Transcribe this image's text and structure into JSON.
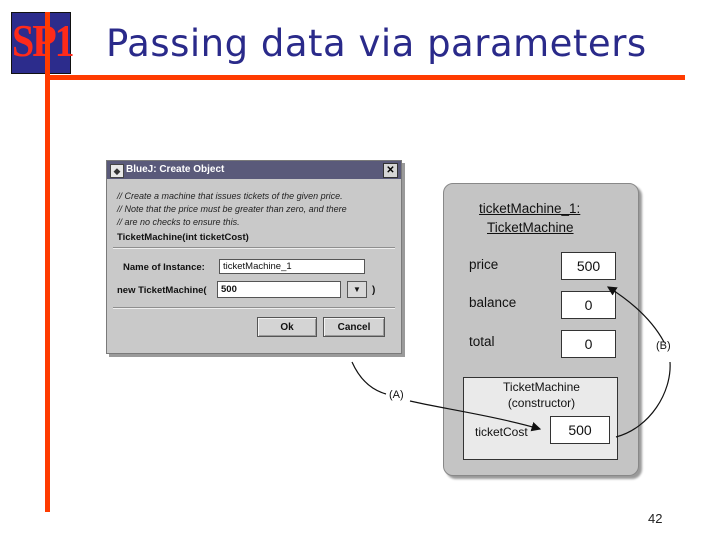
{
  "slide": {
    "title": "Passing data via parameters",
    "logo_text": "SP1",
    "page_number": "42",
    "accent_color": "#ff3b00",
    "title_color": "#2a2a8a"
  },
  "dialog": {
    "title": "BlueJ: Create Object",
    "comments": [
      "// Create a machine that issues tickets of the given price.",
      "// Note that the price must be greater than zero, and there",
      "// are no checks to ensure this."
    ],
    "signature": "TicketMachine(int ticketCost)",
    "name_label": "Name of Instance:",
    "name_value": "ticketMachine_1",
    "param_label": "new TicketMachine(",
    "param_value": "500",
    "close_paren": ")",
    "ok_label": "Ok",
    "cancel_label": "Cancel",
    "close_icon": "close-icon"
  },
  "object": {
    "name_line1": "ticketMachine_1:",
    "name_line2": "TicketMachine",
    "fields": [
      {
        "name": "price",
        "value": "500"
      },
      {
        "name": "balance",
        "value": "0"
      },
      {
        "name": "total",
        "value": "0"
      }
    ],
    "constructor": {
      "title_line1": "TicketMachine",
      "title_line2": "(constructor)",
      "param_name": "ticketCost",
      "param_value": "500"
    }
  },
  "callouts": {
    "a": "(A)",
    "b": "(B)"
  }
}
